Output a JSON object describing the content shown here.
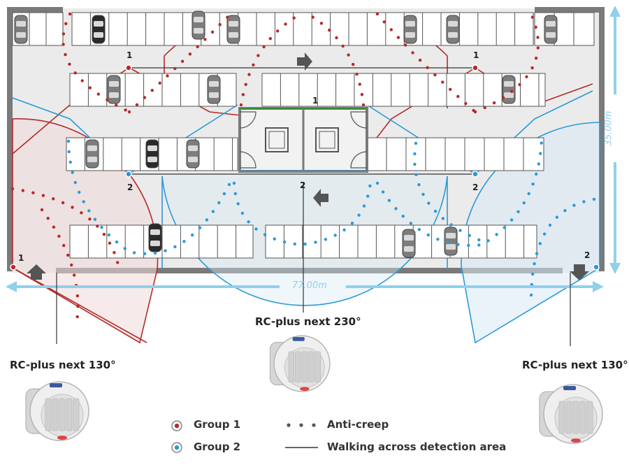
{
  "dimensions": {
    "width_label": "77.00m",
    "height_label": "35.00m"
  },
  "sensors": {
    "left_title": "RC-plus next 130°",
    "center_title": "RC-plus next 230°",
    "right_title": "RC-plus next 130°"
  },
  "markers": {
    "group1_tl": "1",
    "group1_tr": "1",
    "group1_center": "1",
    "group1_bl": "1",
    "group2_ml": "2",
    "group2_center": "2",
    "group2_mr": "2",
    "group2_br": "2"
  },
  "legend": {
    "group1": "Group 1",
    "group2": "Group 2",
    "anti_creep": "Anti-creep",
    "walking": "Walking across detection area"
  },
  "colors": {
    "group1": "#b52a2a",
    "group2": "#2a9ad6",
    "wall": "#7a7a7a",
    "floor": "#ebebeb",
    "dimension": "#8fd0ec"
  },
  "icons": [
    "arrow-right-icon",
    "arrow-left-icon",
    "arrow-up-icon",
    "arrow-down-icon",
    "car-icon",
    "elevator-icon",
    "motion-sensor-icon"
  ]
}
